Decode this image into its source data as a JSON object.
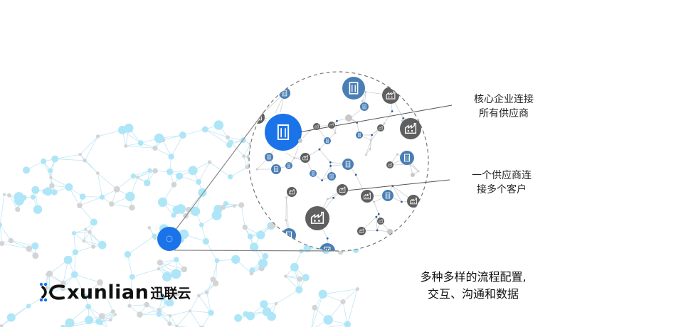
{
  "annotations": {
    "core": [
      "核心企业连接",
      "所有供应商"
    ],
    "supplier": [
      "一个供应商连",
      "接多个客户"
    ]
  },
  "caption": [
    "多种多样的流程配置,",
    "交互、沟通和数据"
  ],
  "logo": {
    "text": "xunlian",
    "text_cn": "迅联云"
  },
  "colors": {
    "light_node": "#aee6f7",
    "light_line": "#bfe7f5",
    "grey_node": "#d4d4d4",
    "focus_blue": "#1a73e8",
    "building_blue": "#4a7fb5",
    "factory_grey": "#5f5f5f"
  },
  "icons": [
    "building-icon",
    "factory-icon"
  ]
}
